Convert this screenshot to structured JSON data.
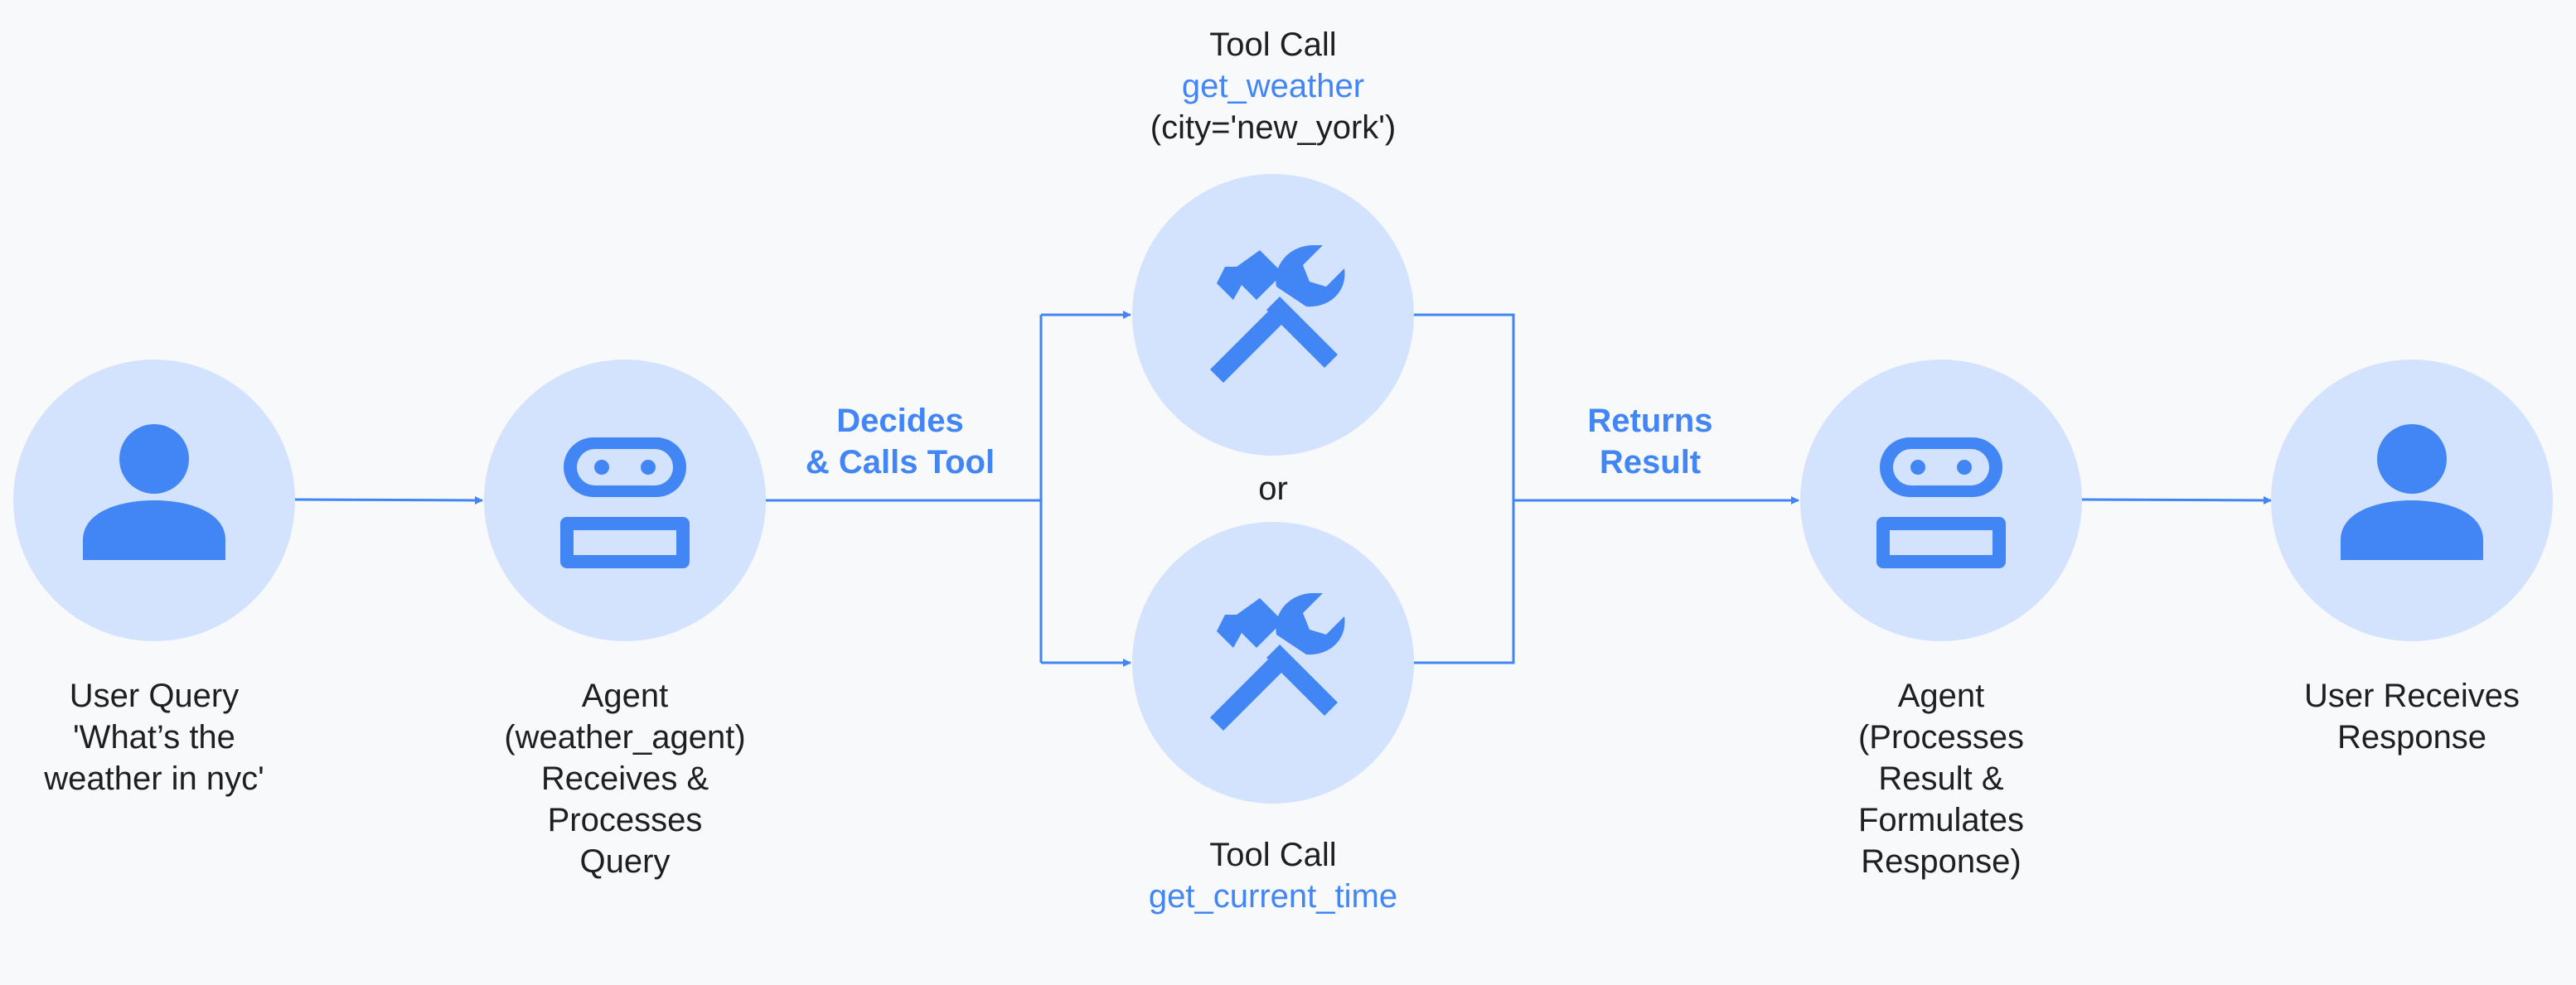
{
  "colors": {
    "background": "#f8f9fb",
    "node_fill": "#d3e3fd",
    "accent": "#4285f4",
    "text": "#1f1f1f"
  },
  "nodes": {
    "user_query": {
      "icon": "person-icon",
      "lines": [
        "User Query",
        "'What’s the",
        "weather in nyc'"
      ]
    },
    "agent_receive": {
      "icon": "robot-icon",
      "lines": [
        "Agent",
        "(weather_agent)",
        "Receives &",
        "Processes",
        "Query"
      ]
    },
    "tool_weather": {
      "icon": "tools-icon",
      "title": "Tool Call",
      "function": "get_weather",
      "args": "(city='new_york')"
    },
    "tool_time": {
      "icon": "tools-icon",
      "title": "Tool Call",
      "function": "get_current_time"
    },
    "agent_process": {
      "icon": "robot-icon",
      "lines": [
        "Agent",
        "(Processes",
        "Result &",
        "Formulates",
        "Response)"
      ]
    },
    "user_response": {
      "icon": "person-icon",
      "lines": [
        "User Receives",
        "Response"
      ]
    }
  },
  "edges": {
    "decides_label": [
      "Decides",
      "& Calls Tool"
    ],
    "returns_label": [
      "Returns",
      "Result"
    ],
    "or_label": "or"
  }
}
